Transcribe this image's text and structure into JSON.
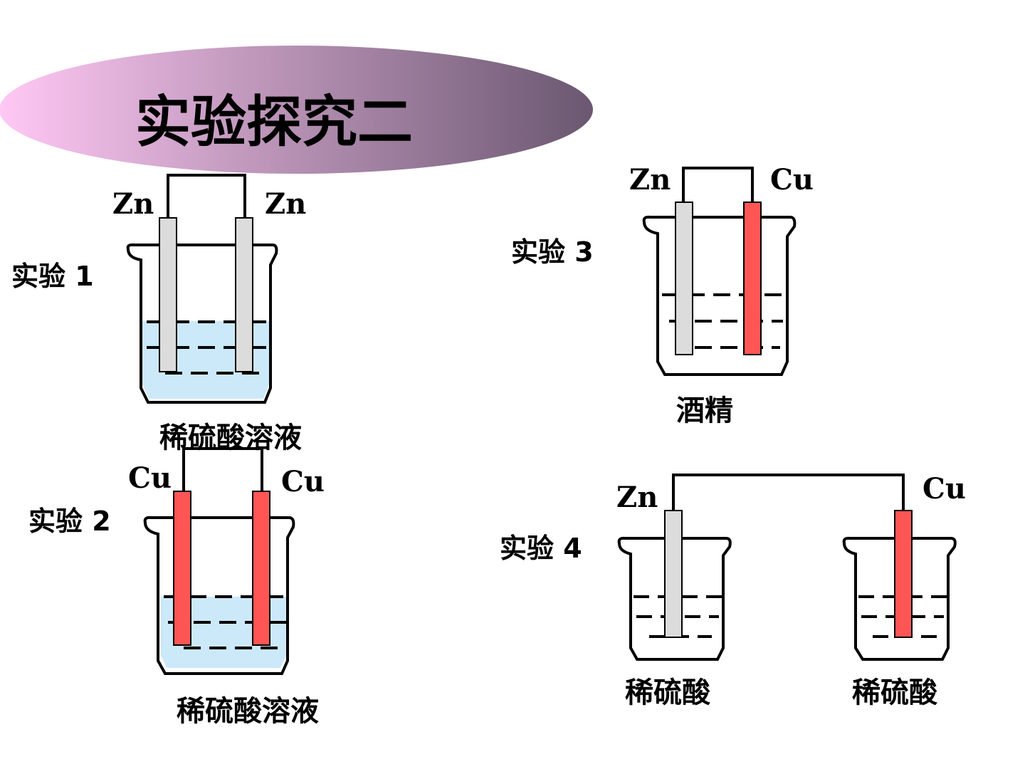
{
  "title": "实验探究二",
  "colors": {
    "zinc": "#dcdcdc",
    "copper": "#ff5555",
    "acid_solution": "#cce9fa",
    "outline": "#000000",
    "title_gradient_start": "#ffc8f4",
    "title_gradient_end": "#6a5770"
  },
  "experiments": [
    {
      "label": "实验 1",
      "electrode_left": "Zn",
      "electrode_right": "Zn",
      "solution": "稀硫酸溶液"
    },
    {
      "label": "实验 2",
      "electrode_left": "Cu",
      "electrode_right": "Cu",
      "solution": "稀硫酸溶液"
    },
    {
      "label": "实验 3",
      "electrode_left": "Zn",
      "electrode_right": "Cu",
      "solution": "酒精"
    },
    {
      "label": "实验 4",
      "electrode_left": "Zn",
      "electrode_right": "Cu",
      "solution_left": "稀硫酸",
      "solution_right": "稀硫酸"
    }
  ]
}
